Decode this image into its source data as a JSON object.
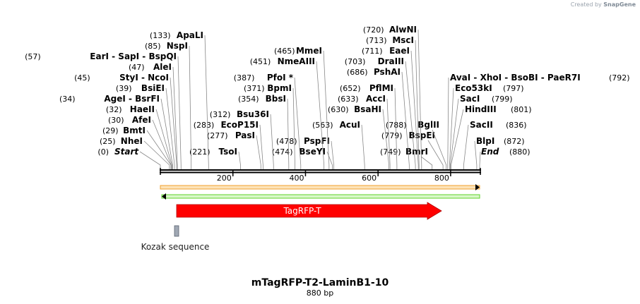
{
  "brand": {
    "prefix": "Created by",
    "name": "SnapGene"
  },
  "title": "mTagRFP-T2-LaminB1-10",
  "subtitle": "880 bp",
  "sequence_length": 880,
  "ruler_ticks": [
    200,
    400,
    600,
    800
  ],
  "start_label": "Start",
  "end_label": "End",
  "start_pos": "(0)",
  "end_pos": "(880)",
  "left_sites": [
    {
      "pos": "(25)",
      "enzymes": [
        "NheI"
      ]
    },
    {
      "pos": "(29)",
      "enzymes": [
        "BmtI"
      ]
    },
    {
      "pos": "(30)",
      "enzymes": [
        "AfeI"
      ]
    },
    {
      "pos": "(32)",
      "enzymes": [
        "HaeII"
      ]
    },
    {
      "pos": "(34)",
      "enzymes": [
        "AgeI",
        "BsrFI"
      ]
    },
    {
      "pos": "(39)",
      "enzymes": [
        "BsiEI"
      ]
    },
    {
      "pos": "(45)",
      "enzymes": [
        "StyI",
        "NcoI"
      ]
    },
    {
      "pos": "(47)",
      "enzymes": [
        "AleI"
      ]
    },
    {
      "pos": "(57)",
      "enzymes": [
        "EarI",
        "SapI",
        "BspQI"
      ]
    },
    {
      "pos": "(85)",
      "enzymes": [
        "NspI"
      ]
    },
    {
      "pos": "(133)",
      "enzymes": [
        "ApaLI"
      ]
    }
  ],
  "mid_left_sites": [
    {
      "pos": "(221)",
      "enzymes": [
        "TsoI"
      ]
    },
    {
      "pos": "(277)",
      "enzymes": [
        "PasI"
      ]
    },
    {
      "pos": "(283)",
      "enzymes": [
        "EcoP15I"
      ]
    },
    {
      "pos": "(312)",
      "enzymes": [
        "Bsu36I"
      ]
    },
    {
      "pos": "(354)",
      "enzymes": [
        "BbsI"
      ]
    },
    {
      "pos": "(371)",
      "enzymes": [
        "BpmI"
      ]
    },
    {
      "pos": "(387)",
      "enzymes": [
        "PfoI *"
      ]
    },
    {
      "pos": "(451)",
      "enzymes": [
        "NmeAIII"
      ]
    },
    {
      "pos": "(465)",
      "enzymes": [
        "MmeI"
      ]
    }
  ],
  "mid_sites": [
    {
      "pos": "(474)",
      "enzymes": [
        "BseYI"
      ]
    },
    {
      "pos": "(478)",
      "enzymes": [
        "PspFI"
      ]
    },
    {
      "pos": "(563)",
      "enzymes": [
        "AcuI"
      ]
    },
    {
      "pos": "(630)",
      "enzymes": [
        "BsaHI"
      ]
    },
    {
      "pos": "(633)",
      "enzymes": [
        "AccI"
      ]
    },
    {
      "pos": "(652)",
      "enzymes": [
        "PflMI"
      ]
    },
    {
      "pos": "(686)",
      "enzymes": [
        "PshAI"
      ]
    },
    {
      "pos": "(703)",
      "enzymes": [
        "DraIII"
      ]
    },
    {
      "pos": "(711)",
      "enzymes": [
        "EaeI"
      ]
    },
    {
      "pos": "(713)",
      "enzymes": [
        "MscI"
      ]
    },
    {
      "pos": "(720)",
      "enzymes": [
        "AlwNI"
      ]
    }
  ],
  "right_group": [
    {
      "pos": "(749)",
      "enzymes": [
        "BmrI"
      ]
    },
    {
      "pos": "(779)",
      "enzymes": [
        "BspEI"
      ]
    },
    {
      "pos": "(788)",
      "enzymes": [
        "BglII"
      ]
    }
  ],
  "right_sites": [
    {
      "pos": "(872)",
      "enzymes": [
        "BlpI"
      ]
    },
    {
      "pos": "(836)",
      "enzymes": [
        "SacII"
      ]
    },
    {
      "pos": "(801)",
      "enzymes": [
        "HindIII"
      ]
    },
    {
      "pos": "(799)",
      "enzymes": [
        "SacI"
      ]
    },
    {
      "pos": "(797)",
      "enzymes": [
        "Eco53kI"
      ]
    },
    {
      "pos": "(792)",
      "enzymes": [
        "AvaI",
        "XhoI",
        "BsoBI",
        "PaeR7I"
      ]
    }
  ],
  "features": {
    "tagrfp": {
      "label": "TagRFP-T",
      "start": 45,
      "end": 776,
      "color": "#ff0000"
    },
    "kozak": {
      "label": "Kozak sequence",
      "start": 39,
      "end": 45,
      "color": "#a0a8b4"
    }
  },
  "colors": {
    "orange": "#f5a623",
    "green": "#5fd32b",
    "black": "#000000"
  }
}
